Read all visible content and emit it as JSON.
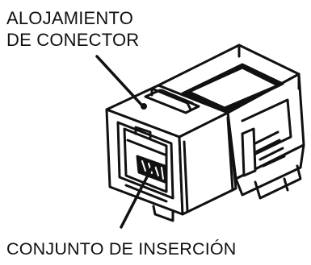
{
  "labels": {
    "top_line1": "ALOJAMIENTO",
    "top_line2": "DE CONECTOR",
    "bottom": "CONJUNTO DE INSERCIÓN"
  }
}
